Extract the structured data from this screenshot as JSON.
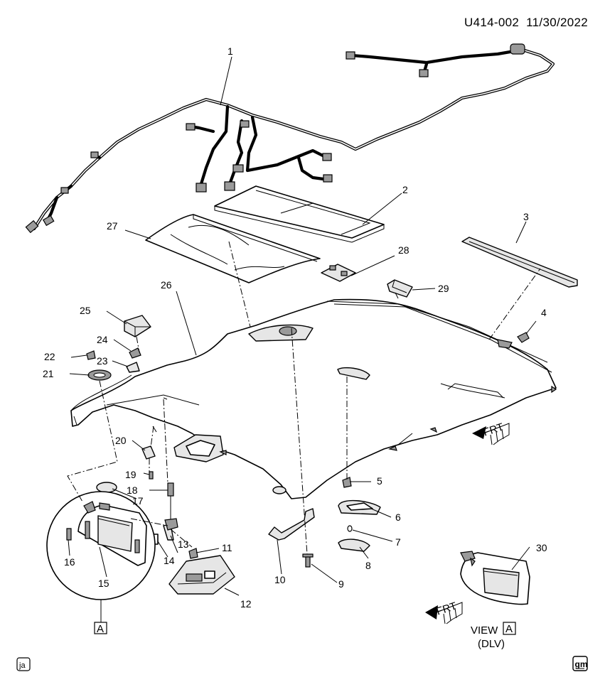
{
  "header": {
    "code": "U414-002",
    "date": "11/30/2022"
  },
  "callouts": [
    "1",
    "2",
    "3",
    "4",
    "5",
    "6",
    "7",
    "8",
    "9",
    "10",
    "11",
    "12",
    "13",
    "14",
    "15",
    "16",
    "17",
    "18",
    "19",
    "20",
    "21",
    "22",
    "23",
    "24",
    "25",
    "26",
    "27",
    "28",
    "29",
    "30"
  ],
  "direction_labels": {
    "frt": "FRT"
  },
  "view": {
    "word": "VIEW",
    "letter": "A",
    "variant": "(DLV)"
  },
  "detail_letter": "A",
  "corner_marks": {
    "left": "ja",
    "right": "gm"
  }
}
